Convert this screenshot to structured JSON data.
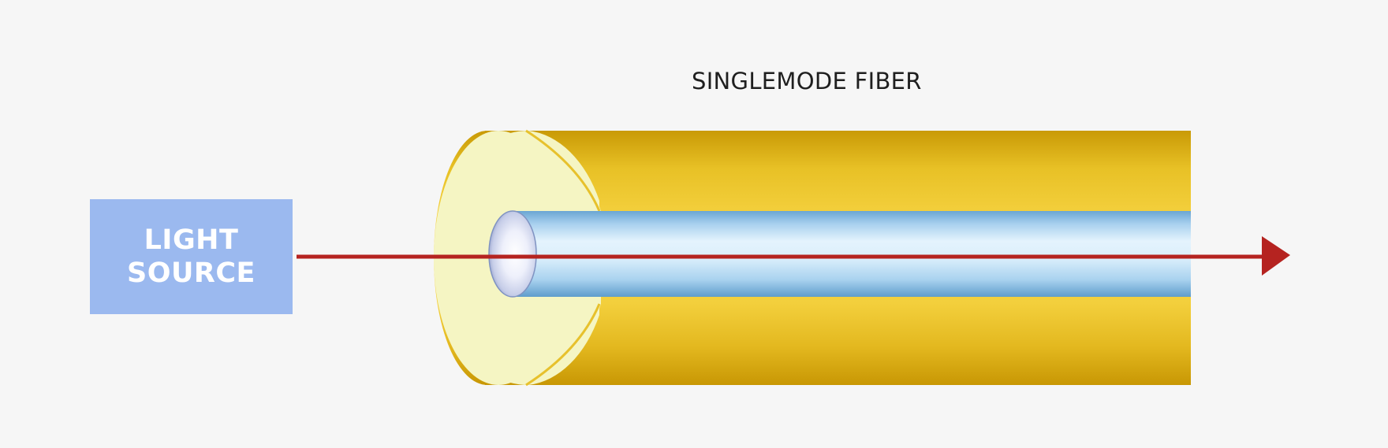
{
  "diagram": {
    "title": "SINGLEMODE FIBER",
    "light_source": {
      "line1": "LIGHT",
      "line2": "SOURCE"
    },
    "colors": {
      "background": "#f6f6f6",
      "source_box": "#9bb9ef",
      "cladding": "#f0c83a",
      "cladding_face": "#f5f5c3",
      "core": "#bfe0f7",
      "light_ray": "#b52320"
    }
  }
}
